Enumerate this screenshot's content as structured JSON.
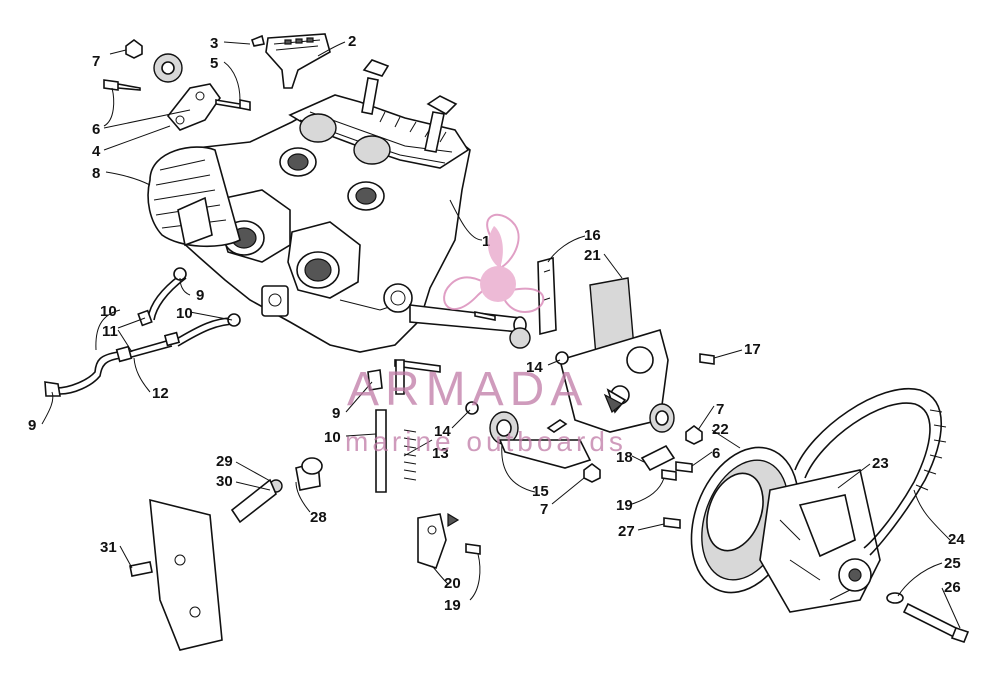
{
  "watermark": {
    "brand": "ARMADA",
    "tagline": "marine outboards",
    "color": "#d67fb2",
    "icon": "propeller-icon"
  },
  "callouts": [
    {
      "id": "c1",
      "label": "1"
    },
    {
      "id": "c2",
      "label": "2"
    },
    {
      "id": "c3",
      "label": "3"
    },
    {
      "id": "c4",
      "label": "4"
    },
    {
      "id": "c5",
      "label": "5"
    },
    {
      "id": "c6a",
      "label": "6"
    },
    {
      "id": "c6b",
      "label": "6"
    },
    {
      "id": "c7a",
      "label": "7"
    },
    {
      "id": "c7b",
      "label": "7"
    },
    {
      "id": "c7c",
      "label": "7"
    },
    {
      "id": "c8",
      "label": "8"
    },
    {
      "id": "c9a",
      "label": "9"
    },
    {
      "id": "c9b",
      "label": "9"
    },
    {
      "id": "c9c",
      "label": "9"
    },
    {
      "id": "c10a",
      "label": "10"
    },
    {
      "id": "c10b",
      "label": "10"
    },
    {
      "id": "c10c",
      "label": "10"
    },
    {
      "id": "c11",
      "label": "11"
    },
    {
      "id": "c12",
      "label": "12"
    },
    {
      "id": "c13",
      "label": "13"
    },
    {
      "id": "c14a",
      "label": "14"
    },
    {
      "id": "c14b",
      "label": "14"
    },
    {
      "id": "c15",
      "label": "15"
    },
    {
      "id": "c16",
      "label": "16"
    },
    {
      "id": "c17",
      "label": "17"
    },
    {
      "id": "c18",
      "label": "18"
    },
    {
      "id": "c19a",
      "label": "19"
    },
    {
      "id": "c19b",
      "label": "19"
    },
    {
      "id": "c20",
      "label": "20"
    },
    {
      "id": "c21",
      "label": "21"
    },
    {
      "id": "c22",
      "label": "22"
    },
    {
      "id": "c23",
      "label": "23"
    },
    {
      "id": "c24",
      "label": "24"
    },
    {
      "id": "c25",
      "label": "25"
    },
    {
      "id": "c26",
      "label": "26"
    },
    {
      "id": "c27",
      "label": "27"
    },
    {
      "id": "c28",
      "label": "28"
    },
    {
      "id": "c29",
      "label": "29"
    },
    {
      "id": "c30",
      "label": "30"
    },
    {
      "id": "c31",
      "label": "31"
    }
  ]
}
